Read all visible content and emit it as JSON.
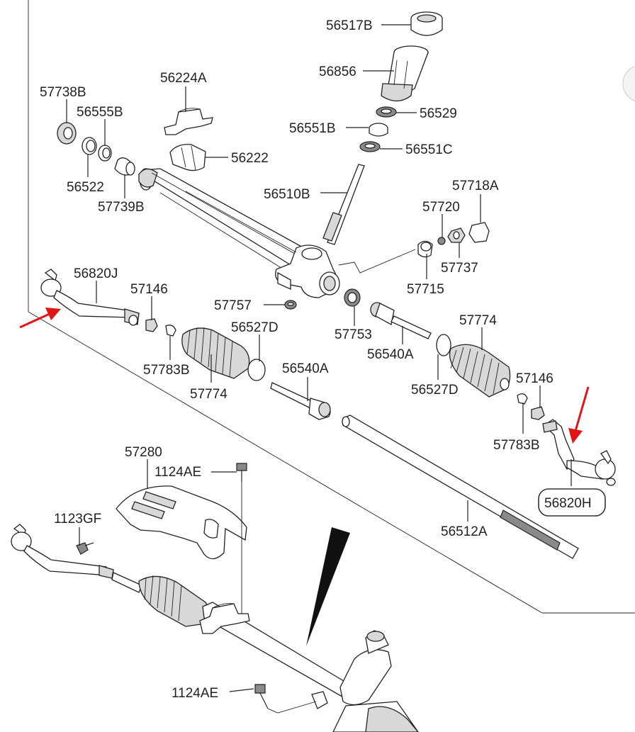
{
  "labels": {
    "p56517B": "56517B",
    "p56856": "56856",
    "p56529": "56529",
    "p56551B": "56551B",
    "p56551C": "56551C",
    "p56224A": "56224A",
    "p56222": "56222",
    "p57738B": "57738B",
    "p56555B": "56555B",
    "p56522": "56522",
    "p57739B": "57739B",
    "p56510B": "56510B",
    "p57718A": "57718A",
    "p57720": "57720",
    "p57737": "57737",
    "p57715": "57715",
    "p56820J": "56820J",
    "p57146_left": "57146",
    "p57757": "57757",
    "p56527D_left": "56527D",
    "p57753": "57753",
    "p56540A_right": "56540A",
    "p57774_right": "57774",
    "p57783B_left": "57783B",
    "p57774_left": "57774",
    "p56540A_center": "56540A",
    "p56527D_right": "56527D",
    "p57146_right": "57146",
    "p57783B_right": "57783B",
    "p56820H": "56820H",
    "p57280": "57280",
    "p1124AE_top": "1124AE",
    "p1123GF": "1123GF",
    "p56512A": "56512A",
    "p1124AE_bottom": "1124AE"
  },
  "highlighted_part": "56820H",
  "arrow_color": "#e01515"
}
